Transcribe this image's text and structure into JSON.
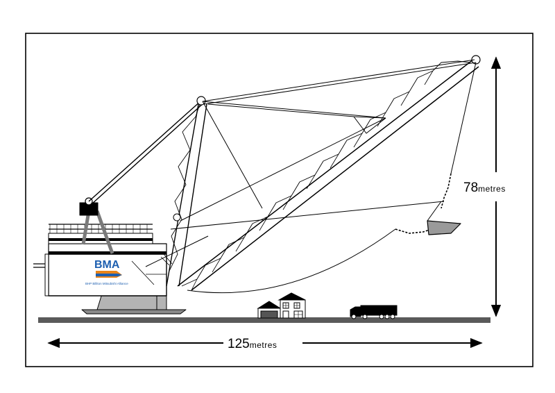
{
  "dimensions": {
    "height": {
      "number": "78",
      "unit": "metres"
    },
    "length": {
      "number": "125",
      "unit": "metres"
    }
  },
  "logo": {
    "name": "BMA",
    "subtitle": "BHP Billiton Mitsubishi Alliance",
    "color": "#1d5fb0",
    "accent_color": "#e8841a"
  },
  "colors": {
    "ground": "#5a5a5a",
    "body_gray": "#b4b4b4",
    "line": "#000000"
  }
}
